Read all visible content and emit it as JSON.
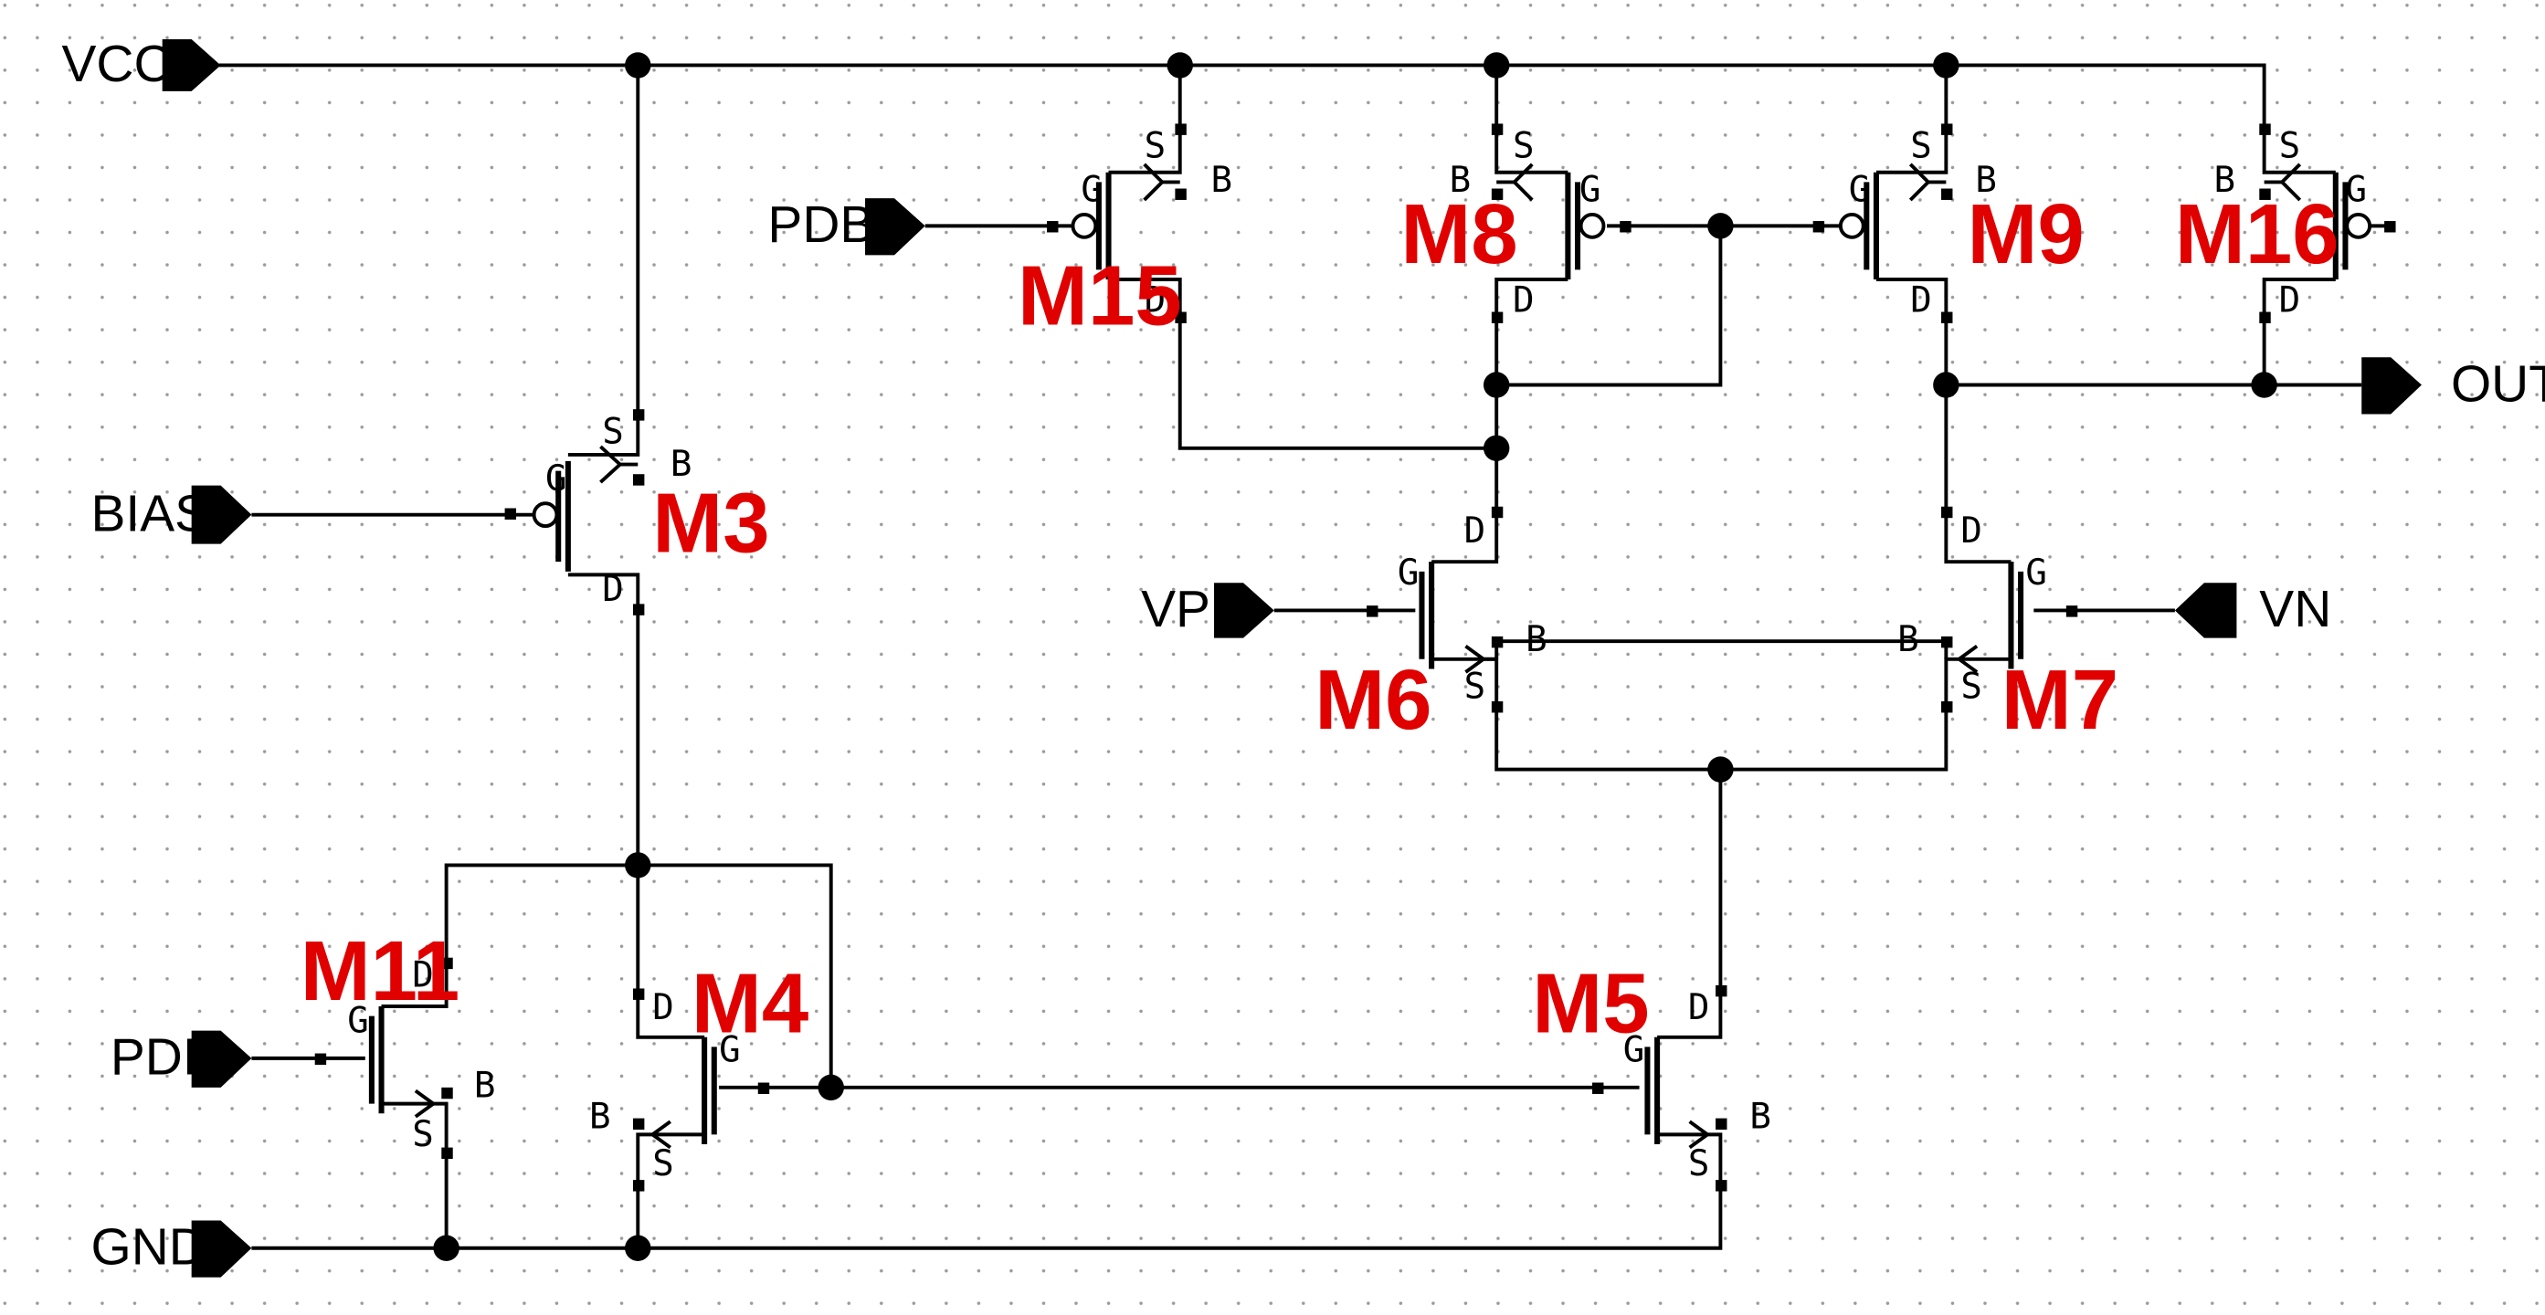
{
  "ports": {
    "vcc": "VCC",
    "pdb": "PDB",
    "bias": "BIAS",
    "vp": "VP",
    "vn": "VN",
    "out": "OUT",
    "pdi": "PDI",
    "gnd": "GND"
  },
  "transistors": {
    "m3": "M3",
    "m4": "M4",
    "m5": "M5",
    "m6": "M6",
    "m7": "M7",
    "m8": "M8",
    "m9": "M9",
    "m11": "M11",
    "m15": "M15",
    "m16": "M16"
  },
  "terminal_letters": {
    "source": "S",
    "drain": "D",
    "gate": "G",
    "bulk": "B"
  },
  "colors": {
    "transistor_label": "#e00000",
    "wire": "#000000",
    "grid_dot": "#9a9a9a"
  }
}
